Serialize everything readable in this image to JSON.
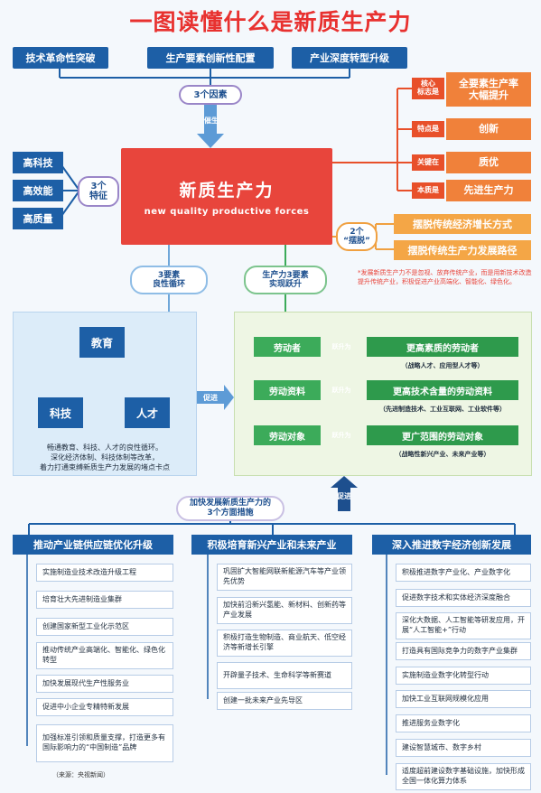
{
  "title": "一图读懂什么是新质生产力",
  "factors": {
    "items": [
      "技术革命性突破",
      "生产要素创新性配置",
      "产业深度转型升级"
    ],
    "label": "3个因素",
    "arrow_label": "催生"
  },
  "features": {
    "items": [
      "高科技",
      "高效能",
      "高质量"
    ],
    "label_line1": "3个",
    "label_line2": "特征"
  },
  "core": {
    "title": "新质生产力",
    "english": "new quality productive forces"
  },
  "right_pairs": [
    {
      "tag_line1": "核心",
      "tag_line2": "标志是",
      "value_line1": "全要素生产率",
      "value_line2": "大幅提升"
    },
    {
      "tag_line1": "特点是",
      "tag_line2": "",
      "value_line1": "创新",
      "value_line2": ""
    },
    {
      "tag_line1": "关键在",
      "tag_line2": "",
      "value_line1": "质优",
      "value_line2": ""
    },
    {
      "tag_line1": "本质是",
      "tag_line2": "",
      "value_line1": "先进生产力",
      "value_line2": ""
    }
  ],
  "breakaway": {
    "label_line1": "2个",
    "label_line2": "“摆脱”",
    "items": [
      "摆脱传统经济增长方式",
      "摆脱传统生产力发展路径"
    ]
  },
  "note": "*发展新质生产力不是忽视、放弃传统产业，而是用新技术改造提升传统产业，积极促进产业高端化、智能化、绿色化。",
  "cycle": {
    "label_line1": "3要素",
    "label_line2": "良性循环",
    "nodes": [
      "教育",
      "科技",
      "人才"
    ],
    "text_line1": "畅通教育、科技、人才的良性循环。",
    "text_line2": "深化经济体制、科技体制等改革，",
    "text_line3": "着力打通束缚新质生产力发展的堵点卡点",
    "promote": "促进"
  },
  "leap": {
    "label_line1": "生产力3要素",
    "label_line2": "实现跃升",
    "arrow_label": "跃升为",
    "rows": [
      {
        "from": "劳动者",
        "to": "更高素质的劳动者",
        "sub": "（战略人才、应用型人才等）"
      },
      {
        "from": "劳动资料",
        "to": "更高技术含量的劳动资料",
        "sub": "（先进制造技术、工业互联网、工业软件等）"
      },
      {
        "from": "劳动对象",
        "to": "更广范围的劳动对象",
        "sub": "（战略性新兴产业、未来产业等）"
      }
    ]
  },
  "measures": {
    "label_line1": "加快发展新质生产力的",
    "label_line2": "3个方面措施",
    "promote": "促进",
    "columns": [
      {
        "title": "推动产业链供应链优化升级",
        "items": [
          "实施制造业技术改造升级工程",
          "培育壮大先进制造业集群",
          "创建国家新型工业化示范区",
          "推动传统产业高端化、智能化、绿色化转型",
          "加快发展现代生产性服务业",
          "促进中小企业专精特新发展",
          "加强标准引领和质量支撑，打造更多有国际影响力的“中国制造”品牌"
        ]
      },
      {
        "title": "积极培育新兴产业和未来产业",
        "items": [
          "巩固扩大智能网联新能源汽车等产业领先优势",
          "加快前沿新兴氢能、新材料、创新药等产业发展",
          "积极打造生物制造、商业航天、低空经济等新增长引擎",
          "开辟量子技术、生命科学等新赛道",
          "创建一批未来产业先导区"
        ]
      },
      {
        "title": "深入推进数字经济创新发展",
        "items": [
          "积极推进数字产业化、产业数字化",
          "促进数字技术和实体经济深度融合",
          "深化大数据、人工智能等研发应用，开展“人工智能+”行动",
          "打造具有国际竞争力的数字产业集群",
          "实施制造业数字化转型行动",
          "加快工业互联网规模化应用",
          "推进服务业数字化",
          "建设智慧城市、数字乡村",
          "适度超前建设数字基础设施，加快形成全国一体化算力体系"
        ]
      }
    ]
  },
  "source": "（来源：央视新闻）",
  "colors": {
    "title_red": "#e8312f",
    "core_red": "#e8453c",
    "blue": "#1d5fa6",
    "orange": "#f0813a",
    "green": "#3cab5a",
    "tan": "#f4a646"
  }
}
